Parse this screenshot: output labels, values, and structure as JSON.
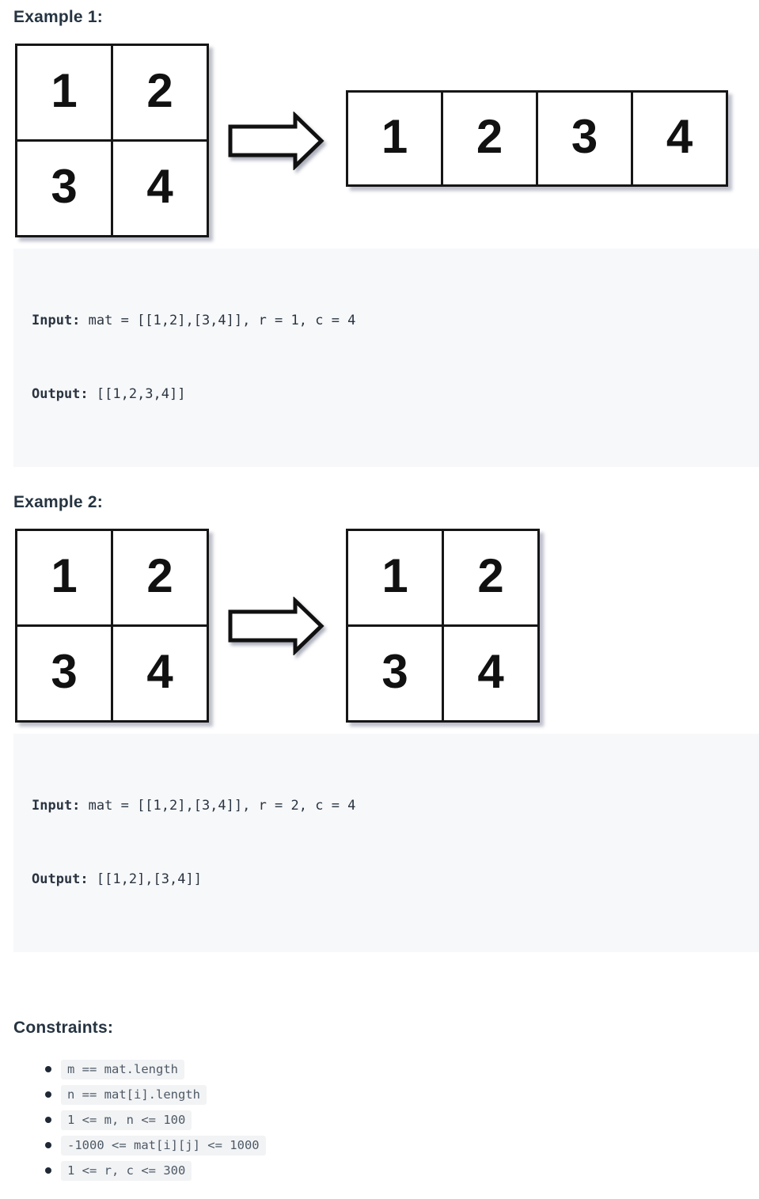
{
  "examples": [
    {
      "heading": "Example 1:",
      "input_label": "Input:",
      "input_rest": " mat = [[1,2],[3,4]], r = 1, c = 4",
      "output_label": "Output:",
      "output_rest": " [[1,2,3,4]]",
      "input_matrix": [
        [
          "1",
          "2"
        ],
        [
          "3",
          "4"
        ]
      ],
      "output_matrix": [
        "1",
        "2",
        "3",
        "4"
      ]
    },
    {
      "heading": "Example 2:",
      "input_label": "Input:",
      "input_rest": " mat = [[1,2],[3,4]], r = 2, c = 4",
      "output_label": "Output:",
      "output_rest": " [[1,2],[3,4]]",
      "input_matrix": [
        [
          "1",
          "2"
        ],
        [
          "3",
          "4"
        ]
      ],
      "output_matrix": [
        [
          "1",
          "2"
        ],
        [
          "3",
          "4"
        ]
      ]
    }
  ],
  "constraints": {
    "heading": "Constraints:",
    "items": [
      "m == mat.length",
      "n == mat[i].length",
      "1 <= m, n <= 100",
      "-1000 <= mat[i][j] <= 1000",
      "1 <= r, c <= 300"
    ]
  },
  "icons": {
    "arrow": "arrow-right-icon"
  },
  "colors": {
    "page_bg": "#ffffff",
    "heading_text": "#263442",
    "code_block_bg": "#f7f8fa",
    "code_text": "#2a3440",
    "inline_code_bg": "#f2f3f5",
    "inline_code_text": "#4e5a66",
    "matrix_border": "#161616",
    "matrix_number": "#111111"
  }
}
